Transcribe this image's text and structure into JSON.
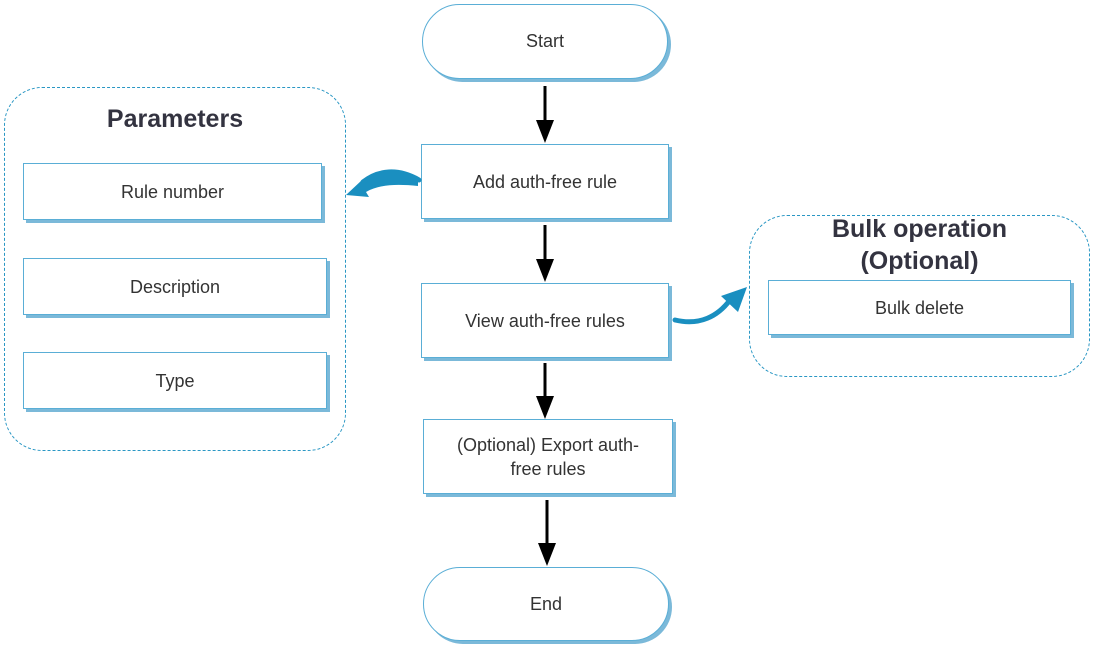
{
  "flow": {
    "start": "Start",
    "add_rule": "Add auth-free rule",
    "view_rules": "View auth-free rules",
    "export_line1": "(Optional) Export auth-",
    "export_line2": "free rules",
    "end": "End"
  },
  "parameters": {
    "title": "Parameters",
    "items": [
      "Rule number",
      "Description",
      "Type"
    ]
  },
  "bulk": {
    "title_line1": "Bulk operation",
    "title_line2": "(Optional)",
    "items": [
      "Bulk delete"
    ]
  },
  "colors": {
    "box_border": "#5aaed6",
    "box_shadow": "#7bb9d9",
    "dashed_border": "#2a97c4",
    "curved_arrow": "#1a8fc0",
    "flow_arrow": "#000000"
  }
}
